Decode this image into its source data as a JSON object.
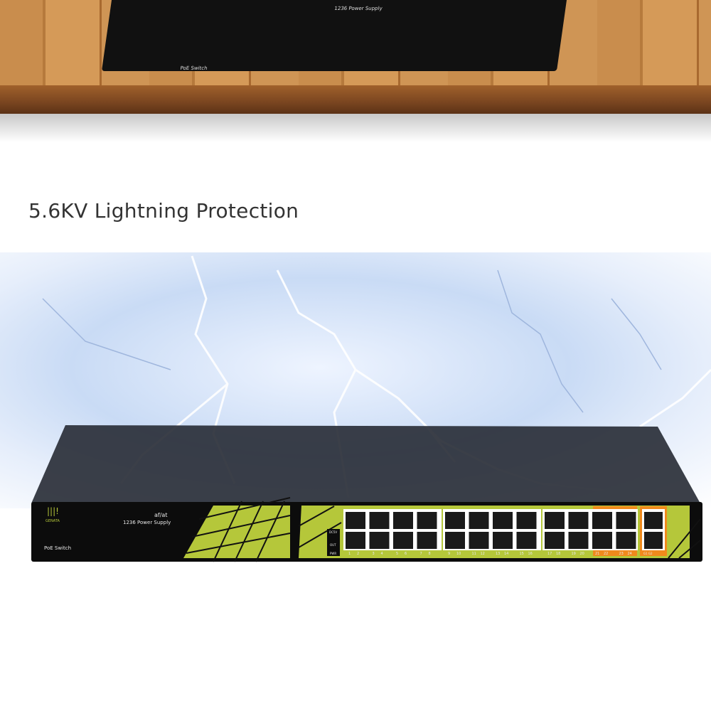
{
  "heading": "5.6KV Lightning Protection",
  "switch": {
    "brand": "GENATA",
    "model_line1": "af/at",
    "model_line2": "1236 Power Supply",
    "type_label": "PoE Switch",
    "power_labels": [
      "DC5V",
      "OUT",
      "PWR"
    ],
    "port_numbers": [
      "1",
      "2",
      "3",
      "4",
      "5",
      "6",
      "7",
      "8",
      "9",
      "10",
      "11",
      "12",
      "13",
      "14",
      "15",
      "16",
      "17",
      "18",
      "19",
      "20",
      "21",
      "22",
      "23",
      "24"
    ],
    "uplink_label": "G1 G2"
  },
  "colors": {
    "accent_green": "#b5c73a",
    "orange": "#f08a1c",
    "body": "#0c0c0c"
  }
}
